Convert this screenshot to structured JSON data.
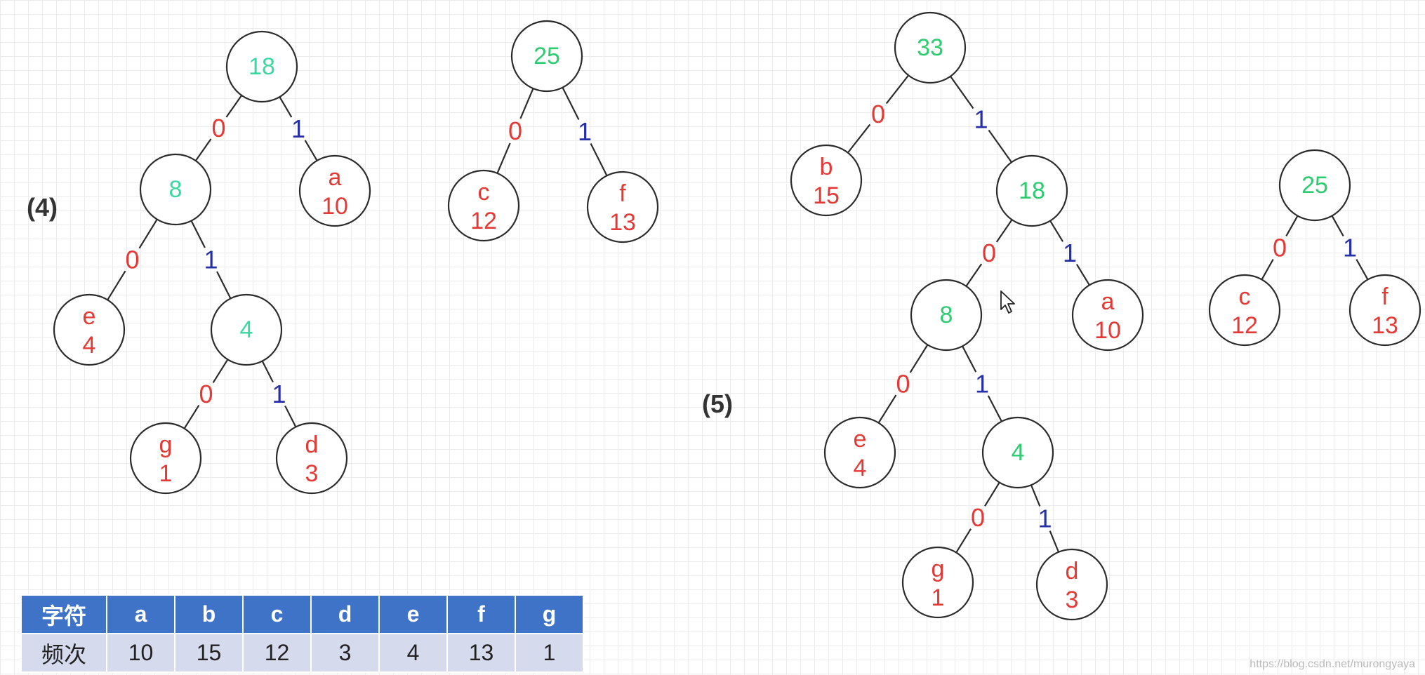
{
  "colors": {
    "internal": "#2ecc71",
    "internal_step4": "#3bd9a0",
    "leaf": "#e53935",
    "bit0": "#e53935",
    "bit1": "#2530a8",
    "table_header_bg": "#3f73c8",
    "table_row_bg": "#d5dbed"
  },
  "steps": [
    {
      "id": "step4",
      "label": "(4)"
    },
    {
      "id": "step5",
      "label": "(5)"
    }
  ],
  "trees": [
    {
      "id": "s4-t18",
      "nodes": [
        {
          "id": "n18",
          "kind": "internal",
          "lines": [
            "18"
          ]
        },
        {
          "id": "n8",
          "kind": "internal",
          "lines": [
            "8"
          ]
        },
        {
          "id": "na",
          "kind": "leaf",
          "lines": [
            "a",
            "10"
          ]
        },
        {
          "id": "ne",
          "kind": "leaf",
          "lines": [
            "e",
            "4"
          ]
        },
        {
          "id": "n4",
          "kind": "internal",
          "lines": [
            "4"
          ]
        },
        {
          "id": "ng",
          "kind": "leaf",
          "lines": [
            "g",
            "1"
          ]
        },
        {
          "id": "nd",
          "kind": "leaf",
          "lines": [
            "d",
            "3"
          ]
        }
      ],
      "edges": [
        {
          "from": "n18",
          "to": "n8",
          "bit": "0"
        },
        {
          "from": "n18",
          "to": "na",
          "bit": "1"
        },
        {
          "from": "n8",
          "to": "ne",
          "bit": "0"
        },
        {
          "from": "n8",
          "to": "n4",
          "bit": "1"
        },
        {
          "from": "n4",
          "to": "ng",
          "bit": "0"
        },
        {
          "from": "n4",
          "to": "nd",
          "bit": "1"
        }
      ]
    },
    {
      "id": "s4-t25",
      "nodes": [
        {
          "id": "n25",
          "kind": "internal",
          "lines": [
            "25"
          ]
        },
        {
          "id": "nc",
          "kind": "leaf",
          "lines": [
            "c",
            "12"
          ]
        },
        {
          "id": "nf",
          "kind": "leaf",
          "lines": [
            "f",
            "13"
          ]
        }
      ],
      "edges": [
        {
          "from": "n25",
          "to": "nc",
          "bit": "0"
        },
        {
          "from": "n25",
          "to": "nf",
          "bit": "1"
        }
      ]
    },
    {
      "id": "s5-t33",
      "nodes": [
        {
          "id": "n33",
          "kind": "internal",
          "lines": [
            "33"
          ]
        },
        {
          "id": "nb",
          "kind": "leaf",
          "lines": [
            "b",
            "15"
          ]
        },
        {
          "id": "n18",
          "kind": "internal",
          "lines": [
            "18"
          ]
        },
        {
          "id": "n8",
          "kind": "internal",
          "lines": [
            "8"
          ]
        },
        {
          "id": "na",
          "kind": "leaf",
          "lines": [
            "a",
            "10"
          ]
        },
        {
          "id": "ne",
          "kind": "leaf",
          "lines": [
            "e",
            "4"
          ]
        },
        {
          "id": "n4",
          "kind": "internal",
          "lines": [
            "4"
          ]
        },
        {
          "id": "ng",
          "kind": "leaf",
          "lines": [
            "g",
            "1"
          ]
        },
        {
          "id": "nd",
          "kind": "leaf",
          "lines": [
            "d",
            "3"
          ]
        }
      ],
      "edges": [
        {
          "from": "n33",
          "to": "nb",
          "bit": "0"
        },
        {
          "from": "n33",
          "to": "n18",
          "bit": "1"
        },
        {
          "from": "n18",
          "to": "n8",
          "bit": "0"
        },
        {
          "from": "n18",
          "to": "na",
          "bit": "1"
        },
        {
          "from": "n8",
          "to": "ne",
          "bit": "0"
        },
        {
          "from": "n8",
          "to": "n4",
          "bit": "1"
        },
        {
          "from": "n4",
          "to": "ng",
          "bit": "0"
        },
        {
          "from": "n4",
          "to": "nd",
          "bit": "1"
        }
      ]
    },
    {
      "id": "s5-t25",
      "nodes": [
        {
          "id": "n25",
          "kind": "internal",
          "lines": [
            "25"
          ]
        },
        {
          "id": "nc",
          "kind": "leaf",
          "lines": [
            "c",
            "12"
          ]
        },
        {
          "id": "nf",
          "kind": "leaf",
          "lines": [
            "f",
            "13"
          ]
        }
      ],
      "edges": [
        {
          "from": "n25",
          "to": "nc",
          "bit": "0"
        },
        {
          "from": "n25",
          "to": "nf",
          "bit": "1"
        }
      ]
    }
  ],
  "table": {
    "header": [
      "字符",
      "a",
      "b",
      "c",
      "d",
      "e",
      "f",
      "g"
    ],
    "row": [
      "频次",
      "10",
      "15",
      "12",
      "3",
      "4",
      "13",
      "1"
    ]
  },
  "watermark": "https://blog.csdn.net/murongyaya"
}
